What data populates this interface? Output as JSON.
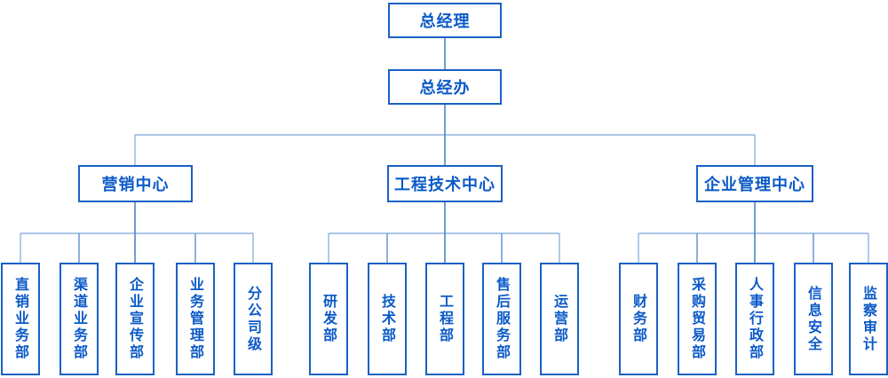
{
  "org_chart": {
    "type": "tree",
    "level1": "总经理",
    "level2": "总经办",
    "groups": [
      {
        "name": "营销中心",
        "children": [
          "直销业务部",
          "渠道业务部",
          "企业宣传部",
          "业务管理部",
          "分公司级"
        ]
      },
      {
        "name": "工程技术中心",
        "children": [
          "研发部",
          "技术部",
          "工程部",
          "售后服务部",
          "运营部"
        ]
      },
      {
        "name": "企业管理中心",
        "children": [
          "财务部",
          "采购贸易部",
          "人事行政部",
          "信息安全",
          "监察审计"
        ]
      }
    ]
  },
  "colors": {
    "background": "#ffffff",
    "node_border": "#1a61c4",
    "node_text": "#0b5ac8",
    "connector_trunk": "#3e7ec6",
    "connector_branch": "#8fb3e0",
    "connector_inner_drop": "#5b90d0"
  }
}
